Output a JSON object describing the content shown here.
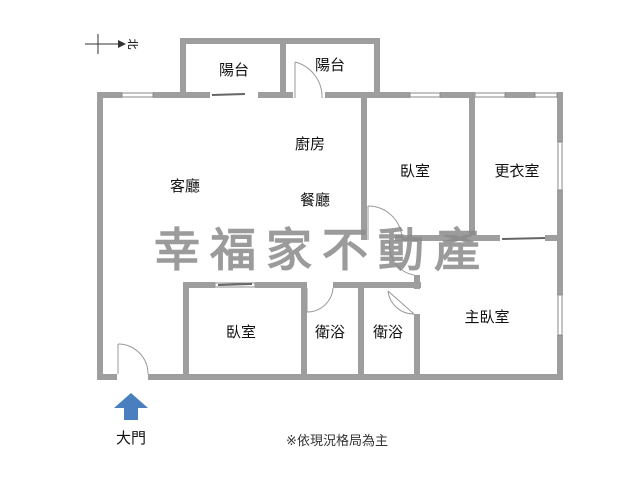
{
  "compass": {
    "label": "北"
  },
  "rooms": {
    "balcony_1": "陽台",
    "balcony_2": "陽台",
    "living_room": "客廳",
    "kitchen": "廚房",
    "dining_room": "餐廳",
    "bedroom_1": "臥室",
    "walk_in_closet": "更衣室",
    "bedroom_2": "臥室",
    "bathroom_1": "衛浴",
    "bathroom_2": "衛浴",
    "master_bedroom": "主臥室"
  },
  "watermark": "幸福家不動產",
  "entrance": {
    "label": "大門",
    "arrow_color": "#4a7fbf"
  },
  "note": "※依現況格局為主",
  "colors": {
    "wall": "#9e9e9e",
    "watermark": "#8a8a8a"
  }
}
